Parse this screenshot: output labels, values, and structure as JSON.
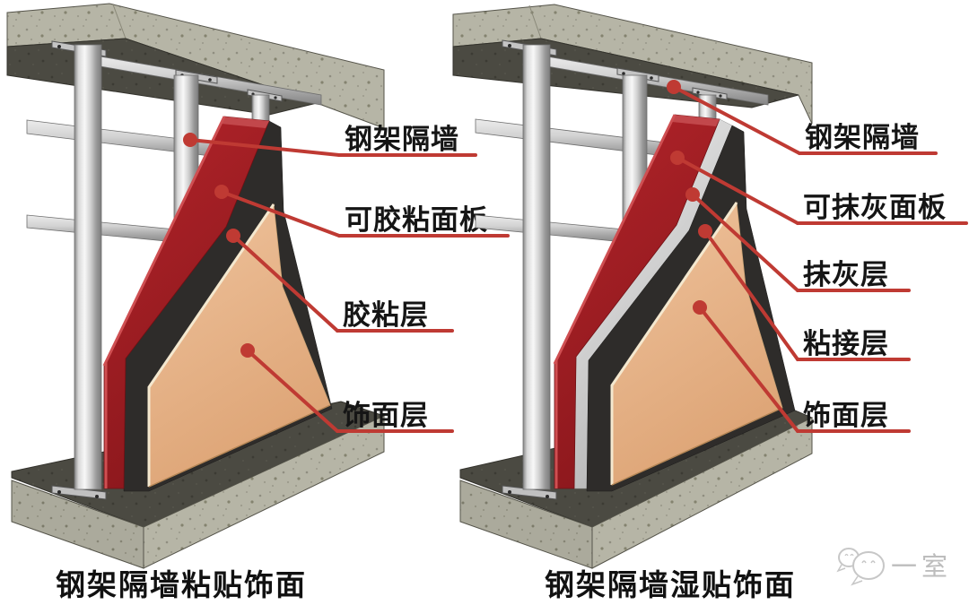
{
  "diagrams": [
    {
      "caption": "钢架隔墙粘贴饰面",
      "labels": [
        {
          "text": "钢架隔墙"
        },
        {
          "text": "可胶粘面板"
        },
        {
          "text": "胶粘层"
        },
        {
          "text": "饰面层"
        }
      ]
    },
    {
      "caption": "钢架隔墙湿贴饰面",
      "labels": [
        {
          "text": "钢架隔墙"
        },
        {
          "text": "可抹灰面板"
        },
        {
          "text": "抹灰层"
        },
        {
          "text": "粘接层"
        },
        {
          "text": "饰面层"
        }
      ]
    }
  ],
  "watermark": {
    "text": "一室",
    "icon": "chat-bubbles-icon"
  },
  "colors": {
    "callout_red": "#bf3a33",
    "panel_red": "#a32025",
    "adhesive_black": "#2e2c2a",
    "plaster_white": "#dcdcdc",
    "finish_tan": "#e5b083",
    "concrete_light": "#b6b5a6",
    "concrete_dark": "#4b4a42",
    "steel": "#d9d9d9",
    "background": "#ffffff"
  }
}
